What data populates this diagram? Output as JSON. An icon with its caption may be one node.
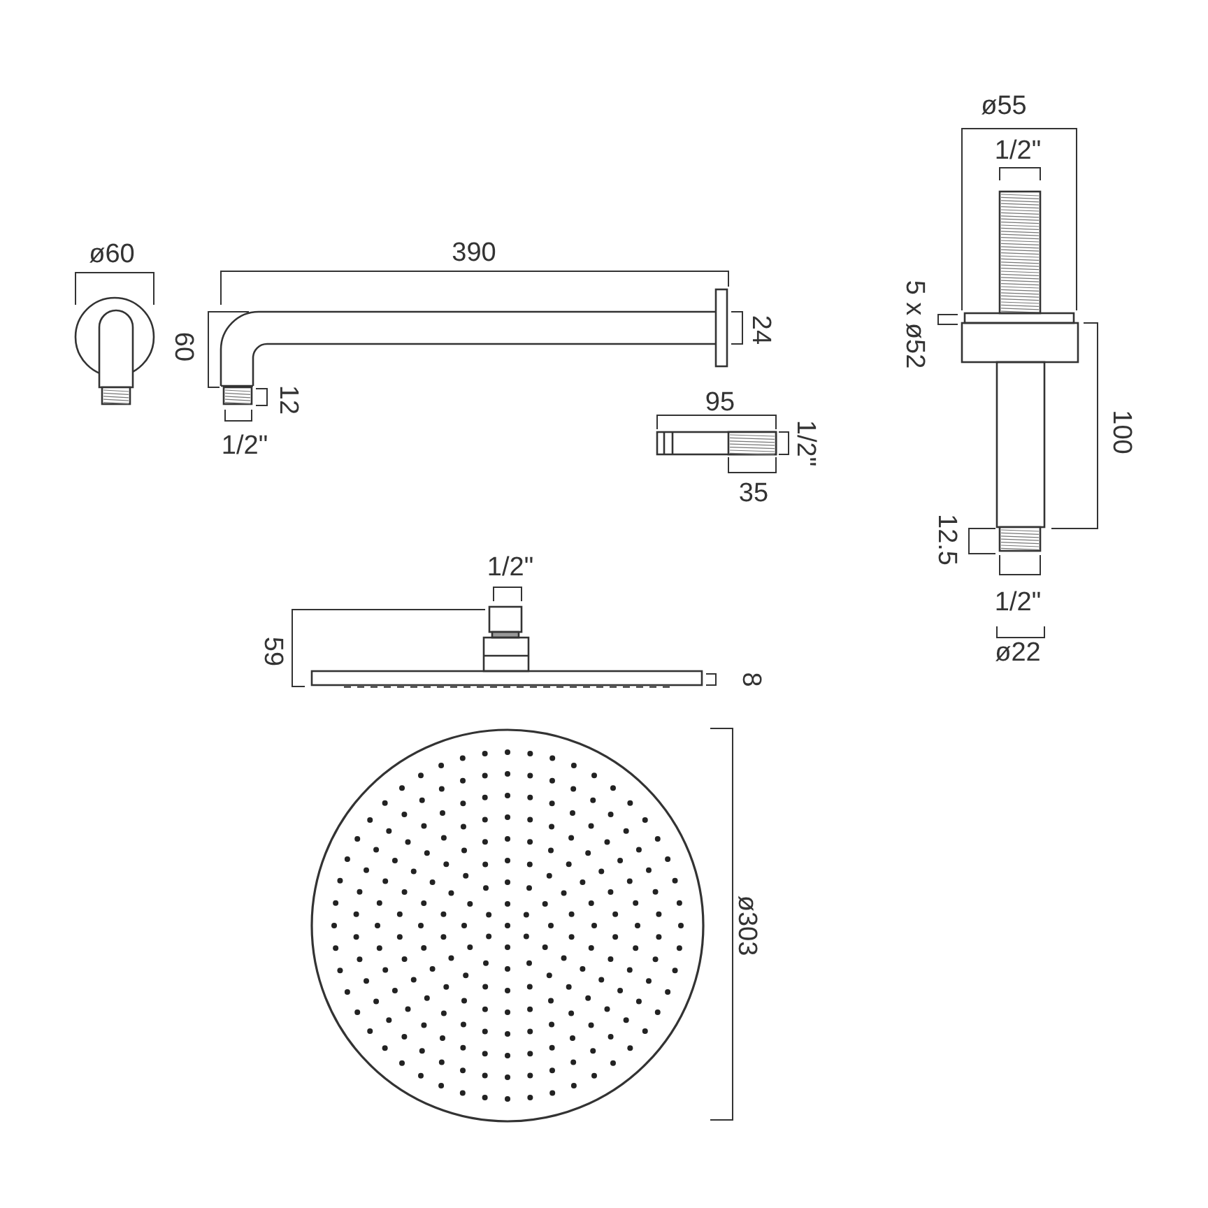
{
  "diagram": {
    "labels": [
      "ø55",
      "1/2\"",
      "ø60",
      "390",
      "5 x ø52",
      "60",
      "24",
      "12",
      "100",
      "1/2\"",
      "95",
      "1/2\"",
      "35",
      "12.5",
      "1/2\"",
      "1/2\"",
      "ø22",
      "59",
      "8",
      "ø303"
    ]
  }
}
